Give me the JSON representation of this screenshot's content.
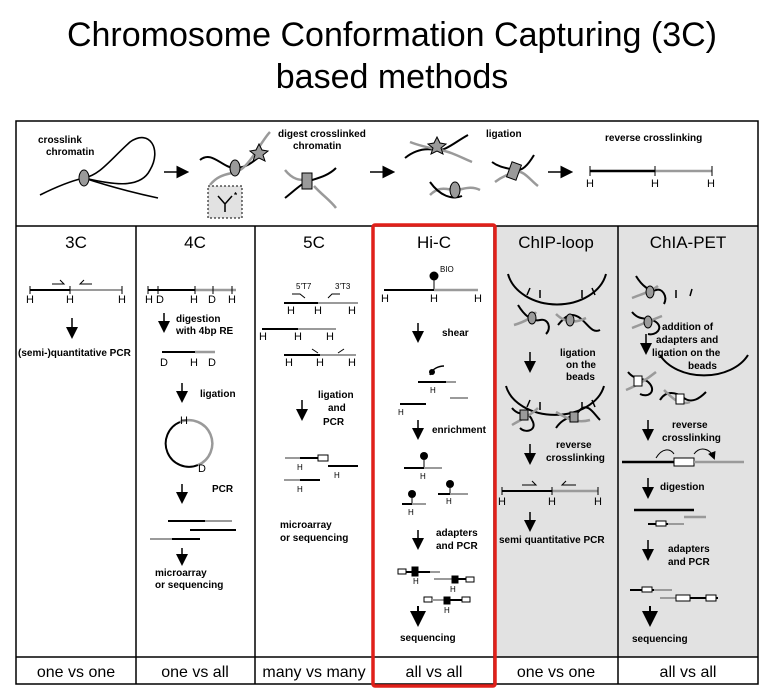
{
  "title": {
    "line1": "Chromosome Conformation Capturing (3C)",
    "line2": "based methods"
  },
  "top_steps": {
    "crosslink": [
      "crosslink",
      "chromatin"
    ],
    "digest": [
      "digest crosslinked",
      "chromatin"
    ],
    "ligation": "ligation",
    "reverse": "reverse crosslinking",
    "h": "H"
  },
  "columns": [
    {
      "name": "3C",
      "footer": "one vs one"
    },
    {
      "name": "4C",
      "footer": "one vs all"
    },
    {
      "name": "5C",
      "footer": "many vs many"
    },
    {
      "name": "Hi-C",
      "footer": "all vs all"
    },
    {
      "name": "ChIP-loop",
      "footer": "one vs one"
    },
    {
      "name": "ChIA-PET",
      "footer": "all vs all"
    }
  ],
  "c3": {
    "step": "(semi-)quantitative PCR"
  },
  "c4": {
    "digestion": [
      "digestion",
      "with 4bp RE"
    ],
    "ligation": "ligation",
    "pcr": "PCR",
    "out": [
      "microarray",
      "or sequencing"
    ],
    "d": "D"
  },
  "c5": {
    "t7": "5'T7",
    "t3": "3'T3",
    "lig": [
      "ligation",
      "and",
      "PCR"
    ],
    "out": [
      "microarray",
      "or sequencing"
    ]
  },
  "hic": {
    "bio": "BIO",
    "shear": "shear",
    "enrich": "enrichment",
    "adapters": [
      "adapters",
      "and PCR"
    ],
    "seq": "sequencing"
  },
  "chip": {
    "lig": [
      "ligation",
      "on the",
      "beads"
    ],
    "rev": [
      "reverse",
      "crosslinking"
    ],
    "pcr": "semi quantitative PCR"
  },
  "chia": {
    "add": [
      "addition of",
      "adapters and",
      "ligation on the",
      "beads"
    ],
    "rev": [
      "reverse",
      "crosslinking"
    ],
    "dig": "digestion",
    "adapt": [
      "adapters",
      "and PCR"
    ],
    "seq": "sequencing"
  },
  "colors": {
    "highlight": "#e0201a",
    "shade": "#e2e2e2",
    "grey": "#9a9a9a"
  }
}
